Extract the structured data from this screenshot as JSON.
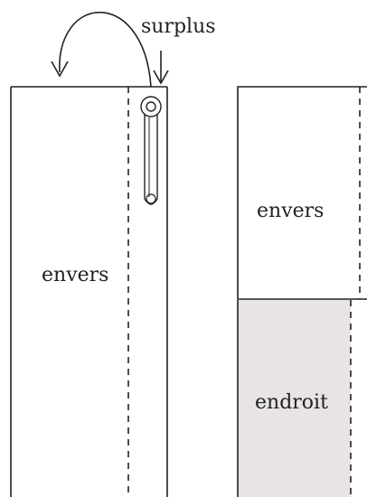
{
  "labels": {
    "surplus": "surplus",
    "left_envers": "envers",
    "right_envers": "envers",
    "right_endroit": "endroit"
  },
  "colors": {
    "stroke": "#222222",
    "endroit_fill": "#e8e4e4",
    "background": "#ffffff"
  },
  "icons": {
    "fold_arrow": "curved-arrow-left",
    "surplus_arrow": "arrow-down",
    "pin": "safety-pin"
  }
}
